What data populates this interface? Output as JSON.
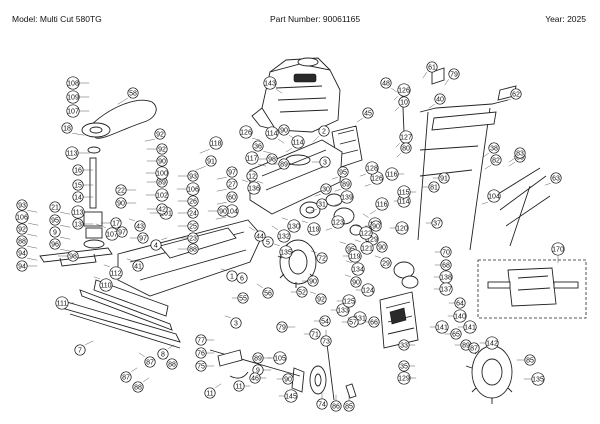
{
  "header": {
    "model": "Model: Multi Cut 580TG",
    "part_number": "Part Number: 90061165",
    "year": "Year: 2025"
  },
  "callouts": [
    "108",
    "109",
    "107",
    "58",
    "18",
    "113",
    "16",
    "15",
    "14",
    "113",
    "13",
    "107",
    "17",
    "93",
    "106",
    "92",
    "88",
    "94",
    "94",
    "21",
    "95",
    "9",
    "96",
    "98",
    "97",
    "22",
    "90",
    "97",
    "43",
    "89",
    "92",
    "90",
    "100",
    "92",
    "101",
    "102",
    "42",
    "118",
    "91",
    "93",
    "106",
    "97",
    "27",
    "60",
    "104",
    "26",
    "24",
    "25",
    "23",
    "88",
    "90",
    "143",
    "114",
    "90",
    "2",
    "3",
    "114",
    "126",
    "36",
    "117",
    "98",
    "89",
    "12",
    "5",
    "44",
    "132",
    "135",
    "30",
    "95",
    "89",
    "119",
    "31",
    "123",
    "139",
    "129",
    "116",
    "114",
    "95",
    "126",
    "29",
    "121",
    "128",
    "120",
    "90",
    "130",
    "136",
    "122",
    "72",
    "119",
    "134",
    "90",
    "90",
    "92",
    "79",
    "45",
    "48",
    "126",
    "10",
    "40",
    "127",
    "80",
    "116",
    "114",
    "61",
    "79",
    "62",
    "81",
    "91",
    "115",
    "37",
    "38",
    "82",
    "85",
    "104",
    "83",
    "63",
    "90",
    "70",
    "68",
    "138",
    "137",
    "64",
    "140",
    "141",
    "65",
    "89",
    "87",
    "142",
    "33",
    "35",
    "129",
    "141",
    "85",
    "135",
    "170",
    "56",
    "4",
    "41",
    "112",
    "110",
    "111",
    "11",
    "1",
    "3",
    "6",
    "55",
    "52",
    "131",
    "124",
    "77",
    "8",
    "87",
    "88",
    "88",
    "87",
    "7",
    "105",
    "76",
    "75",
    "89",
    "9",
    "46",
    "11",
    "90",
    "74",
    "86",
    "85",
    "145",
    "73",
    "54",
    "57",
    "133",
    "66",
    "125",
    "71",
    "99"
  ]
}
